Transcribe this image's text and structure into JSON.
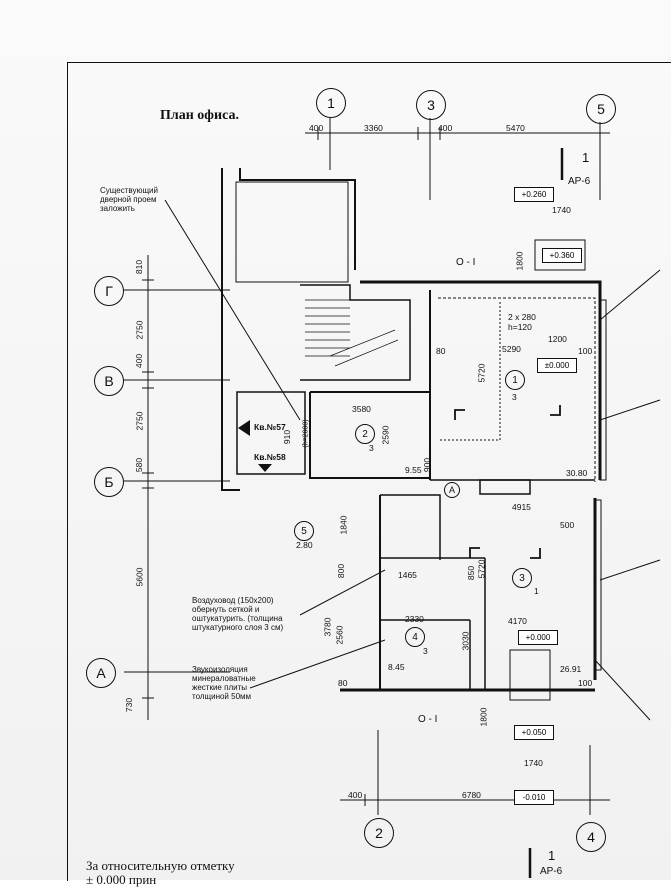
{
  "title": "План офиса.",
  "note_existing": "Существующий дверной проем заложить",
  "note_duct": "Воздуховод (150х200) обернуть сеткой и оштукатурить. (толщина штукатурного слоя 3 см)",
  "note_sound": "Звукоизоляция минераловатные жесткие плиты толщиной 50мм",
  "bottom_text": "За относительную отметку",
  "bottom_text2": "± 0.000 прин",
  "axes_top": [
    "1",
    "3",
    "5"
  ],
  "axes_bottom": [
    "2",
    "4"
  ],
  "axes_left": [
    "Г",
    "В",
    "Б",
    "А"
  ],
  "section": {
    "num": "1",
    "sheet": "АР-6"
  },
  "section_label": "О - I",
  "elevations": {
    "e1": "+0.260",
    "e2": "+0.360",
    "e3": "±0.000",
    "e4": "+0.000",
    "e5": "+0.050",
    "e6": "-0.010"
  },
  "apartments": {
    "k57": "Кв.№57",
    "k58": "Кв.№58"
  },
  "rooms": {
    "r1": "1",
    "r2": "2",
    "r3": "3",
    "r4": "4",
    "r5": "5"
  },
  "areas": {
    "a1": "3",
    "a2": "3",
    "a3": "1",
    "a4": "3",
    "a5": "2.80",
    "a6": "9.55",
    "a7": "30.80",
    "a8": "8.45",
    "a9": "26.91"
  },
  "dims_top": {
    "d1": "400",
    "d2": "3360",
    "d3": "400",
    "d4": "5470"
  },
  "dims_bottom": {
    "d1": "400",
    "d2": "6780"
  },
  "dims_left": {
    "d1": "810",
    "d2": "2750",
    "d3": "400",
    "d4": "2750",
    "d5": "580",
    "d6": "5600",
    "d7": "730"
  },
  "dims_inner": {
    "d1740a": "1740",
    "d1800a": "1800",
    "d2x280": "2 х 280",
    "h120": "h=120",
    "d1200": "1200",
    "d5290": "5290",
    "d5720a": "5720",
    "d3580": "3580",
    "d2590": "2590",
    "d910": "910",
    "d2080": "(h=2080)",
    "d900": "900",
    "d80a": "80",
    "d100a": "100",
    "d4915": "4915",
    "d500": "500",
    "d1840": "1840",
    "d800": "800",
    "d1465": "1465",
    "d850": "850",
    "d5720b": "5720",
    "d3780": "3780",
    "d2560": "2560",
    "d2330": "2330",
    "d4170": "4170",
    "d3030": "3030",
    "d1800b": "1800",
    "d1740b": "1740",
    "d80b": "80",
    "d100b": "100"
  }
}
